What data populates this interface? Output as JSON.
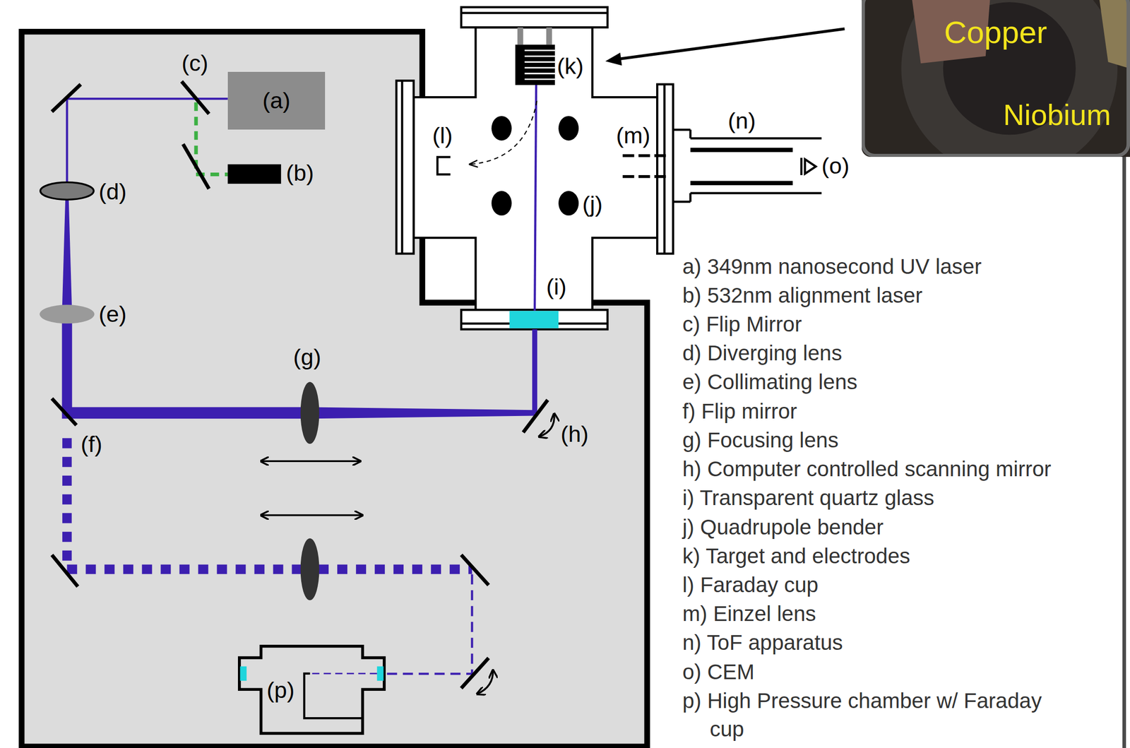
{
  "diagram": {
    "nodes": [
      {
        "text": [
          "Copper",
          "Niobium"
        ]
      },
      {
        "text": [
          "(a)"
        ]
      },
      {
        "text": [
          "(p)"
        ]
      }
    ],
    "labels": [
      "(c)",
      "(k)",
      "(l)",
      "(m)",
      "(n)",
      "(b)",
      "(o)",
      "(d)",
      "(j)",
      "(i)",
      "(e)",
      "(g)",
      "(f)",
      "(h)",
      "a) 349nm nanosecond UV laser",
      "b) 532nm alignment laser",
      "c) Flip Mirror",
      "d) Diverging lens",
      "e) Collimating lens",
      "f) Flip mirror",
      "g) Focusing lens",
      "h) Computer controlled scanning mirror",
      "i) Transparent quartz glass",
      "j) Quadrupole bender",
      "k) Target and electrodes",
      "l) Faraday cup",
      "m) Einzel lens",
      "n) ToF apparatus",
      "o) CEM",
      "p) High Pressure chamber w/ Faraday cup"
    ]
  }
}
